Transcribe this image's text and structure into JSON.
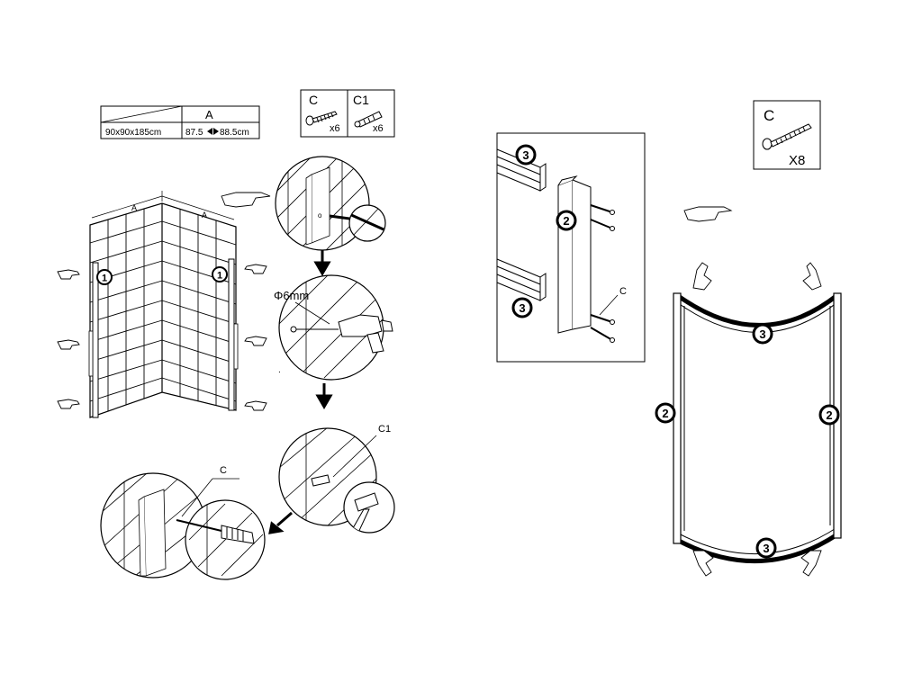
{
  "size_table": {
    "header": "A",
    "model": "90x90x185cm",
    "range_min": "87.5",
    "range_max": "88.5cm"
  },
  "parts_box_left": {
    "part_c": {
      "label": "C",
      "qty": "x6",
      "icon": "screw-icon"
    },
    "part_c1": {
      "label": "C1",
      "qty": "x6",
      "icon": "wall-plug-icon"
    }
  },
  "parts_box_right": {
    "label": "C",
    "qty": "X8",
    "icon": "screw-icon"
  },
  "wall_diagram": {
    "dimension_labels": [
      "A",
      "A"
    ],
    "profile_markers": [
      "1",
      "1"
    ]
  },
  "steps": {
    "drill_label": "Φ6mm",
    "plug_label": "C1",
    "screw_label": "C"
  },
  "detail_box": {
    "markers": [
      "3",
      "2",
      "3"
    ],
    "screw_label": "C"
  },
  "door_frame": {
    "markers": [
      "3",
      "2",
      "2",
      "3"
    ]
  },
  "colors": {
    "line": "#000000",
    "background": "#ffffff"
  }
}
